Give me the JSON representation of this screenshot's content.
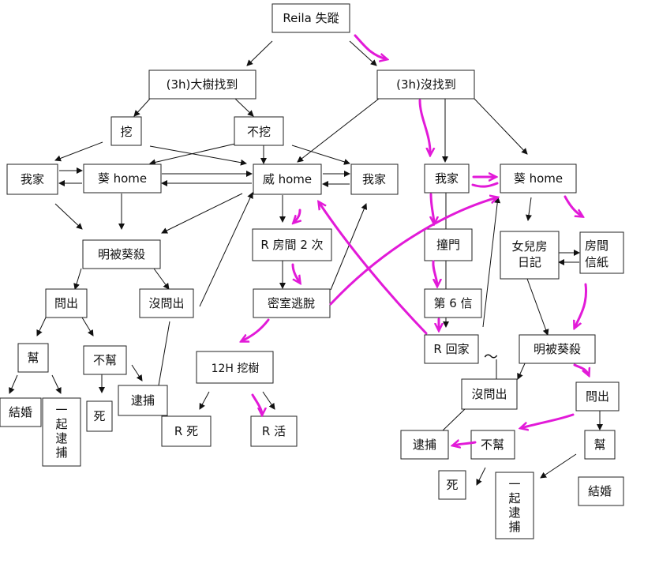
{
  "nodes": {
    "reila": "Reila 失蹤",
    "found": "(3h)大樹找到",
    "notfound": "(3h)沒找到",
    "dig": "挖",
    "nodig": "不挖",
    "home_l": "我家",
    "aoi_l": "葵 home",
    "wei": "威 home",
    "home_m": "我家",
    "home_r": "我家",
    "aoi_r": "葵 home",
    "ming_l": "明被葵殺",
    "ask_l": "問出",
    "noask_l": "沒問出",
    "rroom": "R 房間 2 次",
    "escape": "密室逃脫",
    "help_l": "幫",
    "nohelp_l": "不幫",
    "marry_l": "結婚",
    "together_l": "一起逮捕",
    "die_l": "死",
    "arrest_l": "逮捕",
    "dig12": "12H 挖樹",
    "rdead": "R 死",
    "ralive": "R 活",
    "door": "撞門",
    "letter6": "第 6 信",
    "rhome": "R 回家",
    "diary": "女兒房日記",
    "roomletter": "房間信紙",
    "ming_r": "明被葵殺",
    "noask_r": "沒問出",
    "ask_r": "問出",
    "arrest_r": "逮捕",
    "nohelp_r": "不幫",
    "help_r": "幫",
    "die_r": "死",
    "together_r": "一起逮捕",
    "marry_r": "結婚",
    "tilde": "～"
  },
  "colors": {
    "highlight": "#e21ad8",
    "line": "#111111",
    "box": "#222222"
  }
}
